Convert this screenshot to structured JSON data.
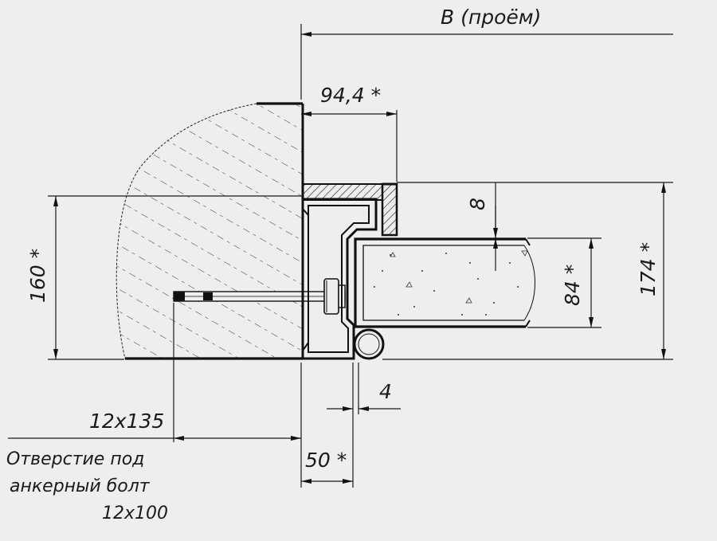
{
  "labels": {
    "opening": "B  (проём)",
    "dim_94": "94,4 *",
    "dim_8": "8",
    "dim_84": "84 *",
    "dim_174": "174 *",
    "dim_160": "160 *",
    "dim_4": "4",
    "dim_50": "50 *",
    "bolt_size": "12x135",
    "note_line1": "Отверстие  под",
    "note_line2": "анкерный  болт",
    "note_line3": "12x100"
  }
}
